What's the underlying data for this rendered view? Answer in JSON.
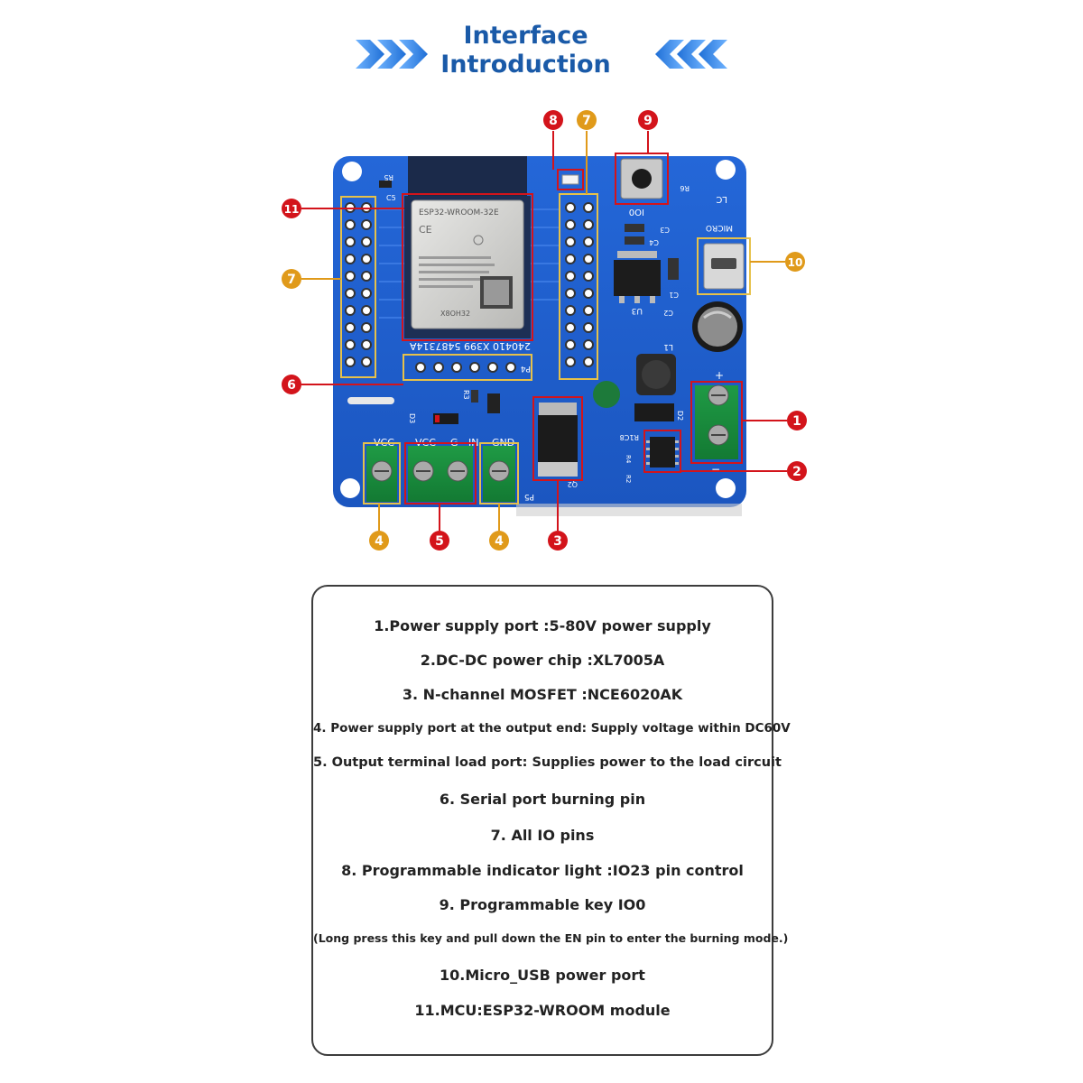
{
  "header": {
    "title_line1": "Interface",
    "title_line2": "Introduction",
    "accent_color": "#1a5aa8"
  },
  "board": {
    "module_label": "ESP32-WROOM-32E",
    "module_bottom_label": "X8OH32",
    "module_serial": "240410 X399 5487314A",
    "silk_p4": "P4",
    "silk_p5": "P5",
    "silk_r5": "R5",
    "silk_c5": "C5",
    "silk_io0": "IO0",
    "silk_c3": "C3",
    "silk_c4": "C4",
    "silk_lc": "LC",
    "silk_r6": "R6",
    "silk_micro": "MICRO",
    "silk_c1": "C1",
    "silk_u3": "U3",
    "silk_c2": "C2",
    "silk_l1": "L1",
    "silk_d2": "D2",
    "silk_d3": "D3",
    "silk_r1c8": "R1C8",
    "silk_r3": "R3",
    "silk_q2": "Q2",
    "silk_r4": "R4",
    "silk_r2": "R2",
    "silk_plus": "+",
    "silk_minus": "−",
    "terminal_labels": [
      "VCC",
      "VCC",
      "G",
      "IN",
      "GND"
    ],
    "pcb_color": "#1f5fd0"
  },
  "callouts": [
    {
      "num": "1",
      "color": "#d3141b"
    },
    {
      "num": "2",
      "color": "#d3141b"
    },
    {
      "num": "3",
      "color": "#d3141b"
    },
    {
      "num": "4",
      "color": "#e09a1a"
    },
    {
      "num": "5",
      "color": "#d3141b"
    },
    {
      "num": "6",
      "color": "#d3141b"
    },
    {
      "num": "7",
      "color": "#e09a1a"
    },
    {
      "num": "8",
      "color": "#d3141b"
    },
    {
      "num": "9",
      "color": "#d3141b"
    },
    {
      "num": "10",
      "color": "#e09a1a"
    },
    {
      "num": "11",
      "color": "#d3141b"
    }
  ],
  "descriptions": [
    "1.Power supply port :5-80V power supply",
    "2.DC-DC power chip :XL7005A",
    "3. N-channel MOSFET :NCE6020AK",
    "4. Power supply port at the output end: Supply voltage within DC60V",
    "5. Output terminal load port: Supplies power to the load circuit",
    "6. Serial port burning pin",
    "7. All IO pins",
    "8. Programmable indicator light :IO23 pin control",
    "9. Programmable key IO0",
    "(Long press this key and pull down the EN pin to enter the burning mode.)",
    "10.Micro_USB power port",
    "11.MCU:ESP32-WROOM module"
  ]
}
